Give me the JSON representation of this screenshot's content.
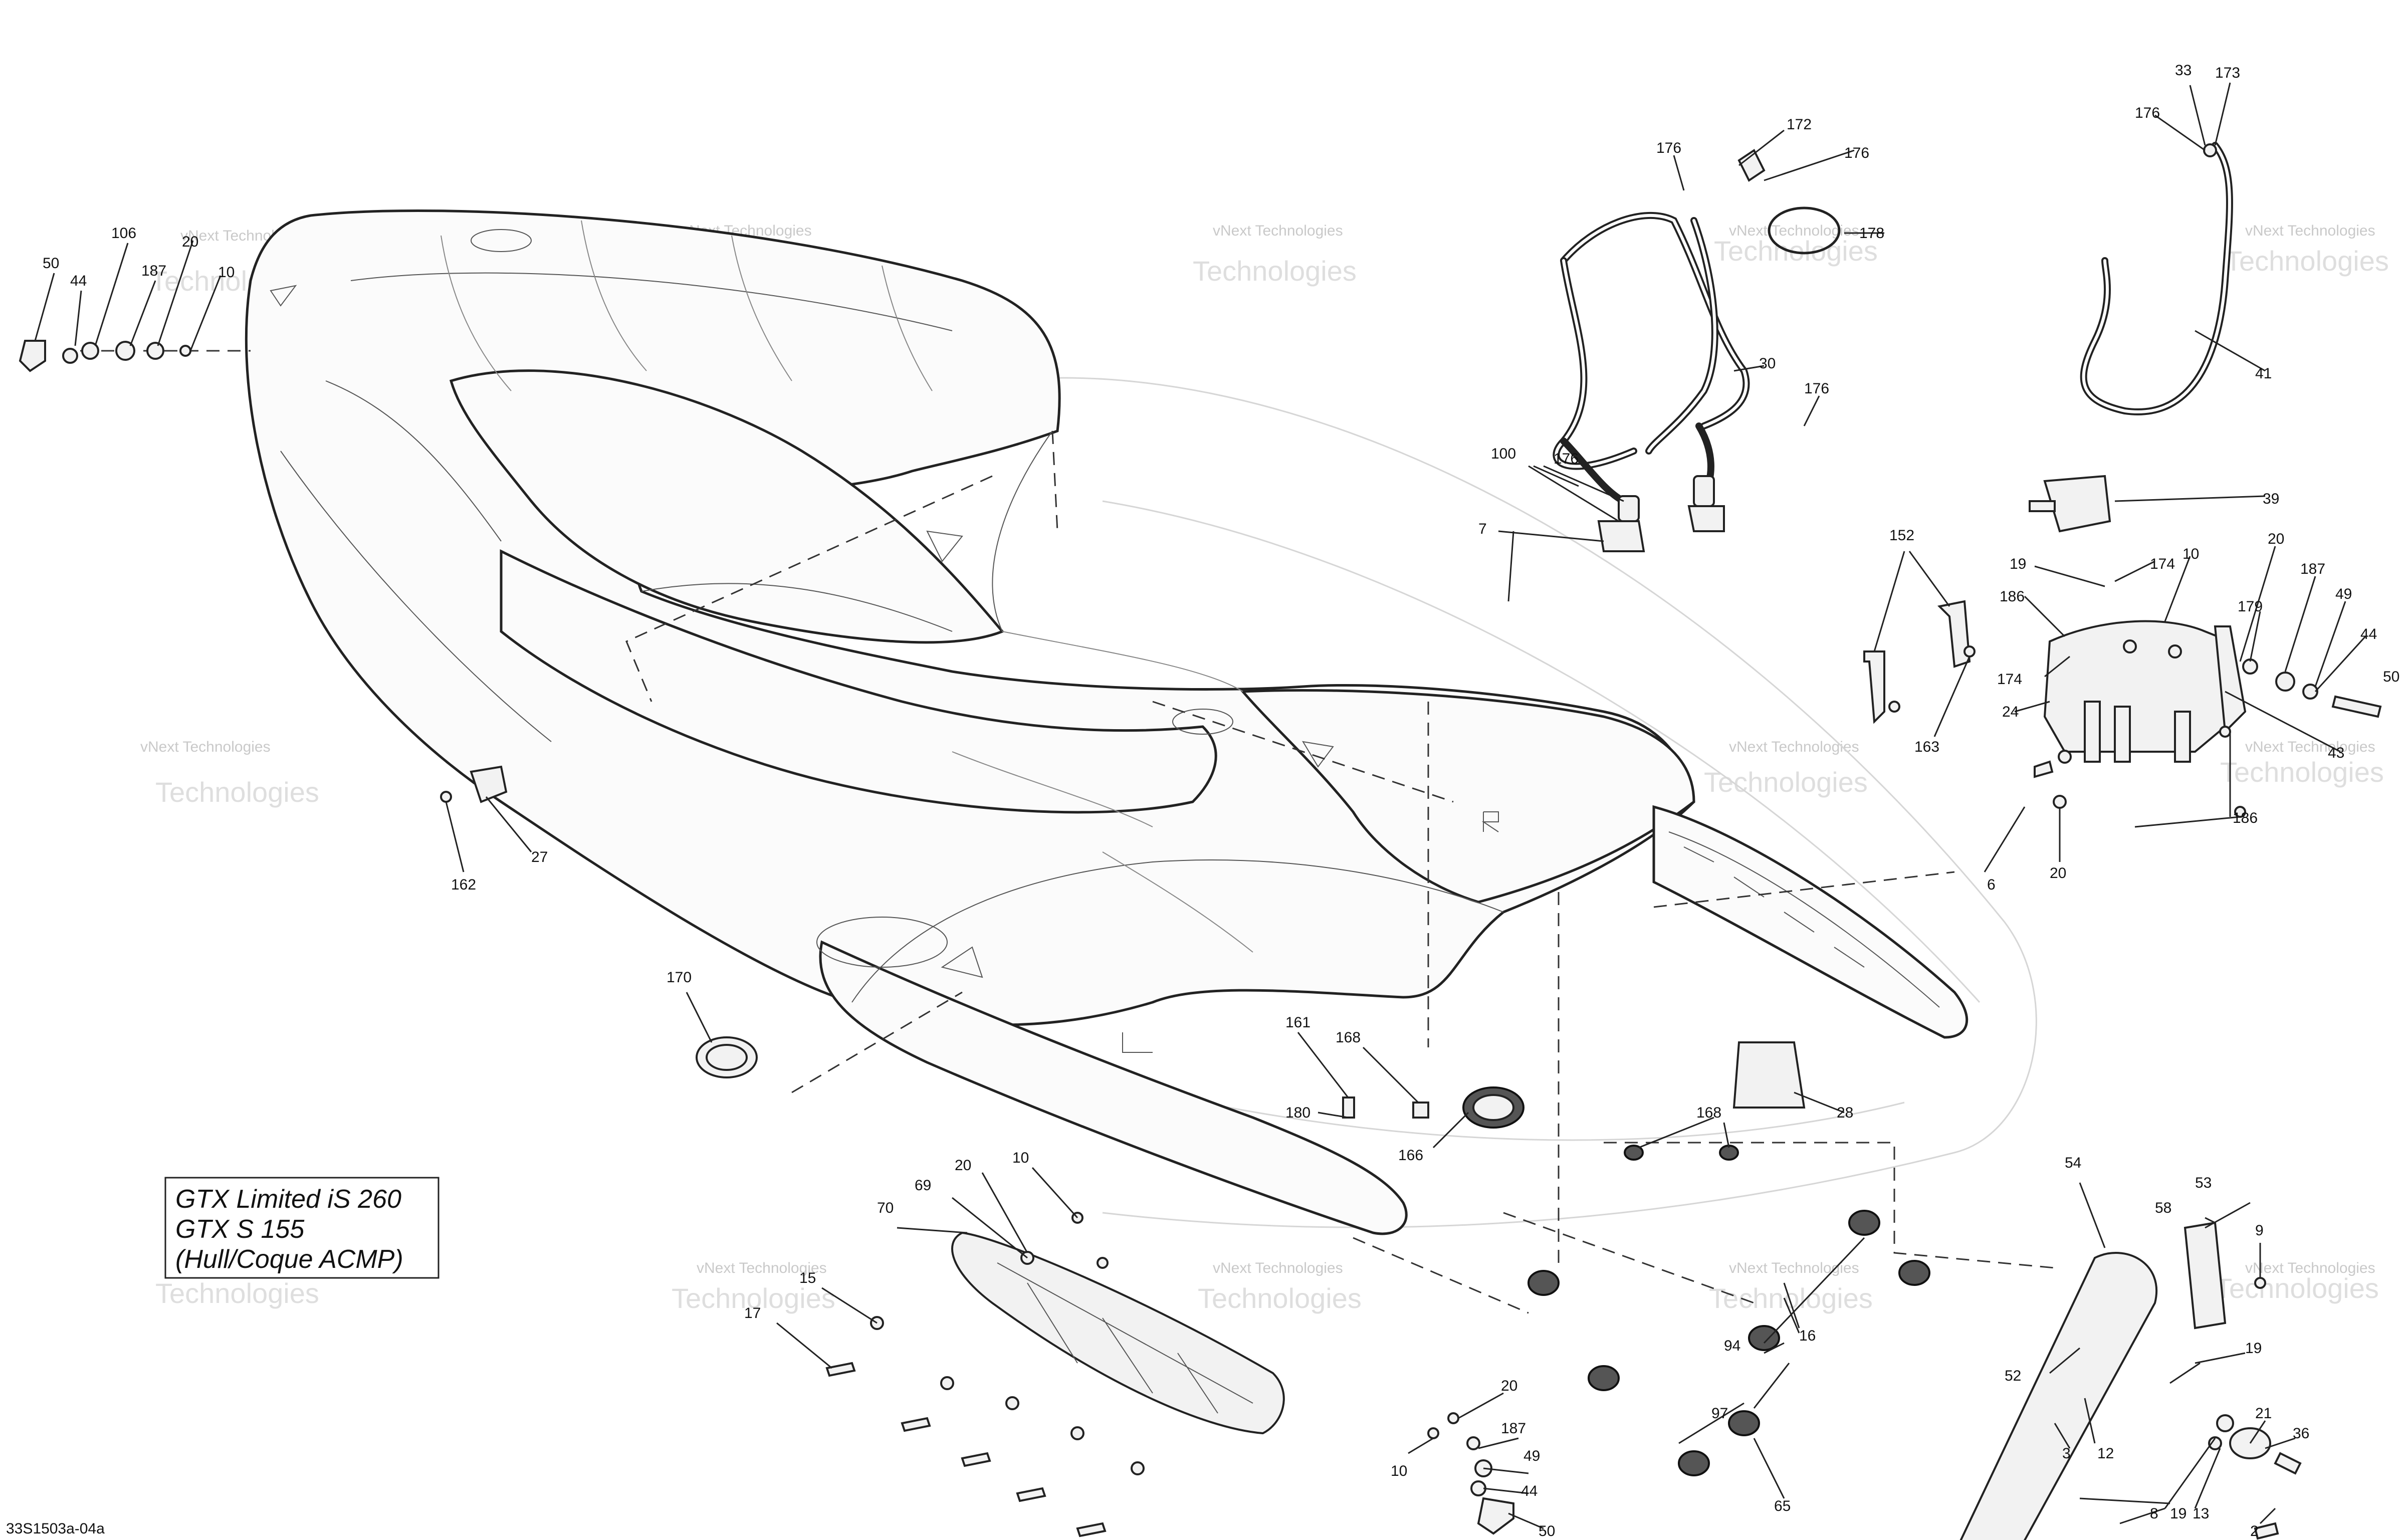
{
  "model_box": {
    "line1": "GTX Limited iS 260",
    "line2": "GTX S 155",
    "line3": "(Hull/Coque ACMP)"
  },
  "document_code": "33S1503a-04a",
  "watermarks": {
    "small": "vNext Technologies",
    "big": "Technologies"
  },
  "part_labels": {
    "p50a": "50",
    "p44a": "44",
    "p106": "106",
    "p187a": "187",
    "p20a": "20",
    "p10a": "10",
    "p176a": "176",
    "p172": "172",
    "p176b": "176",
    "p178": "178",
    "p30": "30",
    "p176c": "176",
    "p100": "100",
    "p176d": "176",
    "p7": "7",
    "p33": "33",
    "p173": "173",
    "p176e": "176",
    "p41": "41",
    "p39": "39",
    "p19a": "19",
    "p174a": "174",
    "p10b": "10",
    "p20b": "20",
    "p187b": "187",
    "p186a": "186",
    "p179": "179",
    "p49a": "49",
    "p44b": "44",
    "p50b": "50",
    "p174b": "174",
    "p24": "24",
    "p43": "43",
    "p186b": "186",
    "p6": "6",
    "p20c": "20",
    "p152": "152",
    "p163": "163",
    "p27": "27",
    "p162": "162",
    "p170": "170",
    "p161": "161",
    "p168a": "168",
    "p180": "180",
    "p166": "166",
    "p28": "28",
    "p168b": "168",
    "p20d": "20",
    "p10c": "10",
    "p69": "69",
    "p70": "70",
    "p15": "15",
    "p17": "17",
    "p16": "16",
    "p94": "94",
    "p97": "97",
    "p65": "65",
    "p20e": "20",
    "p187c": "187",
    "p49b": "49",
    "p44c": "44",
    "p10d": "10",
    "p50c": "50",
    "p54": "54",
    "p58": "58",
    "p53": "53",
    "p9": "9",
    "p52": "52",
    "p19b": "19",
    "p3": "3",
    "p12": "12",
    "p19c": "19",
    "p21": "21",
    "p36": "36",
    "p8": "8",
    "p13": "13",
    "p2": "2"
  }
}
